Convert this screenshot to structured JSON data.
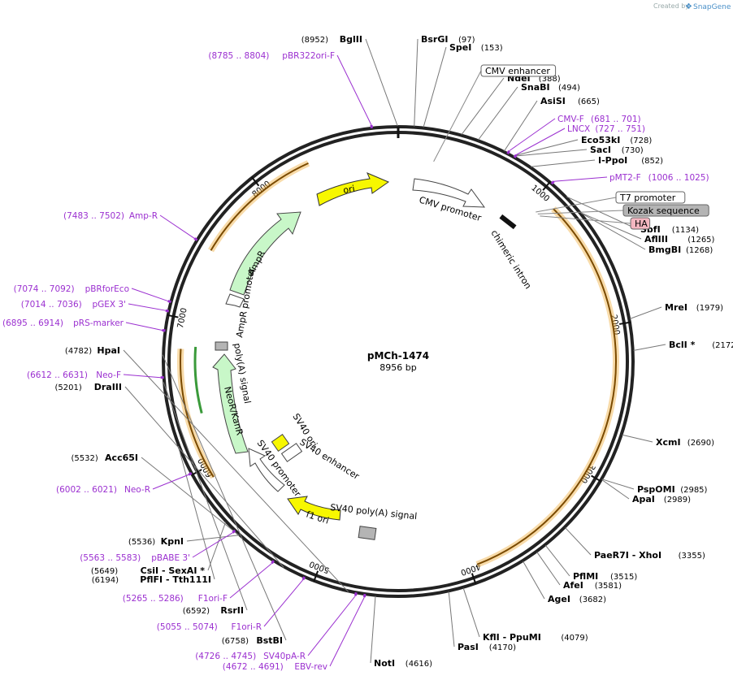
{
  "plasmid": {
    "name": "pMCh-1474",
    "length_label": "8956 bp",
    "length": 8956
  },
  "credit": {
    "text": "Created by",
    "brand": "SnapGene"
  },
  "ticks": [
    {
      "pos": 1000,
      "label": "1000"
    },
    {
      "pos": 2000,
      "label": "2000"
    },
    {
      "pos": 3000,
      "label": "3000"
    },
    {
      "pos": 4000,
      "label": "4000"
    },
    {
      "pos": 5000,
      "label": "5000"
    },
    {
      "pos": 6000,
      "label": "6000"
    },
    {
      "pos": 7000,
      "label": "7000"
    },
    {
      "pos": 8000,
      "label": "8000"
    }
  ],
  "sites": [
    {
      "pos": 8952,
      "name": "BglII",
      "num": "(8952)",
      "side": "L"
    },
    {
      "pos": 97,
      "name": "BsrGI",
      "num": "(97)",
      "side": "R"
    },
    {
      "pos": 153,
      "name": "SpeI",
      "num": "(153)",
      "side": "R"
    },
    {
      "pos": 388,
      "name": "NdeI",
      "num": "(388)",
      "side": "R"
    },
    {
      "pos": 494,
      "name": "SnaBI",
      "num": "(494)",
      "side": "R"
    },
    {
      "pos": 665,
      "name": "AsiSI",
      "num": "(665)",
      "side": "R"
    },
    {
      "pos": 728,
      "name": "Eco53kI",
      "num": "(728)",
      "side": "R"
    },
    {
      "pos": 730,
      "name": "SacI",
      "num": "(730)",
      "side": "R"
    },
    {
      "pos": 852,
      "name": "I-PpoI",
      "num": "(852)",
      "side": "R"
    },
    {
      "pos": 1134,
      "name": "SbfI",
      "num": "(1134)",
      "side": "R"
    },
    {
      "pos": 1265,
      "name": "AflIII",
      "num": "(1265)",
      "side": "R"
    },
    {
      "pos": 1268,
      "name": "BmgBI",
      "num": "(1268)",
      "side": "R"
    },
    {
      "pos": 1979,
      "name": "MreI",
      "num": "(1979)",
      "side": "R"
    },
    {
      "pos": 2172,
      "name": "BclI *",
      "num": "(2172)",
      "side": "R"
    },
    {
      "pos": 2690,
      "name": "XcmI",
      "num": "(2690)",
      "side": "R"
    },
    {
      "pos": 2985,
      "name": "PspOMI",
      "num": "(2985)",
      "side": "R"
    },
    {
      "pos": 2989,
      "name": "ApaI",
      "num": "(2989)",
      "side": "R"
    },
    {
      "pos": 3355,
      "name": "PaeR7I - XhoI",
      "num": "(3355)",
      "side": "R"
    },
    {
      "pos": 3515,
      "name": "PflMI",
      "num": "(3515)",
      "side": "R"
    },
    {
      "pos": 3581,
      "name": "AfeI",
      "num": "(3581)",
      "side": "R"
    },
    {
      "pos": 3682,
      "name": "AgeI",
      "num": "(3682)",
      "side": "R"
    },
    {
      "pos": 4079,
      "name": "KflI - PpuMI",
      "num": "(4079)",
      "side": "R"
    },
    {
      "pos": 4170,
      "name": "PasI",
      "num": "(4170)",
      "side": "R"
    },
    {
      "pos": 4616,
      "name": "NotI",
      "num": "(4616)",
      "side": "R"
    },
    {
      "pos": 4782,
      "name": "HpaI",
      "num": "(4782)",
      "side": "L"
    },
    {
      "pos": 5201,
      "name": "DraIII",
      "num": "(5201)",
      "side": "L"
    },
    {
      "pos": 5532,
      "name": "Acc65I",
      "num": "(5532)",
      "side": "L"
    },
    {
      "pos": 5536,
      "name": "KpnI",
      "num": "(5536)",
      "side": "L"
    },
    {
      "pos": 5649,
      "name": "CsiI - SexAI *",
      "num": "(5649)",
      "side": "L"
    },
    {
      "pos": 6194,
      "name": "PflFI - Tth111I",
      "num": "(6194)",
      "side": "L"
    },
    {
      "pos": 6592,
      "name": "RsrII",
      "num": "(6592)",
      "side": "L"
    },
    {
      "pos": 6758,
      "name": "BstBI",
      "num": "(6758)",
      "side": "L"
    }
  ],
  "primers": [
    {
      "pos": 8795,
      "name": "pBR322ori-F",
      "range": "(8785 .. 8804)",
      "side": "L"
    },
    {
      "pos": 691,
      "name": "CMV-F",
      "range": "(681 .. 701)",
      "side": "R"
    },
    {
      "pos": 739,
      "name": "LNCX",
      "range": "(727 .. 751)",
      "side": "R"
    },
    {
      "pos": 1015,
      "name": "pMT2-F",
      "range": "(1006 .. 1025)",
      "side": "R"
    },
    {
      "pos": 7492,
      "name": "Amp-R",
      "range": "(7483 .. 7502)",
      "side": "L"
    },
    {
      "pos": 7083,
      "name": "pBRforEco",
      "range": "(7074 .. 7092)",
      "side": "L"
    },
    {
      "pos": 7025,
      "name": "pGEX 3'",
      "range": "(7014 .. 7036)",
      "side": "L"
    },
    {
      "pos": 6905,
      "name": "pRS-marker",
      "range": "(6895 .. 6914)",
      "side": "L"
    },
    {
      "pos": 6621,
      "name": "Neo-F",
      "range": "(6612 .. 6631)",
      "side": "L"
    },
    {
      "pos": 6011,
      "name": "Neo-R",
      "range": "(6002 .. 6021)",
      "side": "L"
    },
    {
      "pos": 5573,
      "name": "pBABE 3'",
      "range": "(5563 .. 5583)",
      "side": "L"
    },
    {
      "pos": 5275,
      "name": "F1ori-F",
      "range": "(5265 .. 5286)",
      "side": "L"
    },
    {
      "pos": 5064,
      "name": "F1ori-R",
      "range": "(5055 .. 5074)",
      "side": "L"
    },
    {
      "pos": 4735,
      "name": "SV40pA-R",
      "range": "(4726 .. 4745)",
      "side": "L"
    },
    {
      "pos": 4681,
      "name": "EBV-rev",
      "range": "(4672 .. 4691)",
      "side": "L"
    }
  ],
  "features_boxed": [
    {
      "pos": 250,
      "name": "CMV enhancer",
      "fill": "#ffffff"
    },
    {
      "pos": 1060,
      "name": "T7 promoter",
      "fill": "#ffffff"
    },
    {
      "pos": 1080,
      "name": "Kozak sequence",
      "fill": "#b4b4b4"
    },
    {
      "pos": 1100,
      "name": "HA",
      "fill": "#f4b6c0"
    }
  ],
  "features_inside": [
    {
      "name": "CMV promoter"
    },
    {
      "name": "chimeric intron"
    },
    {
      "name": "ori"
    },
    {
      "name": "AmpR"
    },
    {
      "name": "AmpR promoter"
    },
    {
      "name": "poly(A) signal"
    },
    {
      "name": "NeoR/KanR"
    },
    {
      "name": "SV40 ori"
    },
    {
      "name": "SV40 enhancer"
    },
    {
      "name": "SV40 promoter"
    },
    {
      "name": "f1 ori"
    },
    {
      "name": "SV40 poly(A) signal"
    }
  ],
  "colors": {
    "primer": "#9b30d0",
    "orf": "#f0b040",
    "ori": "#f7f700",
    "amp": "#c8f7c8",
    "grey": "#b4b4b4"
  }
}
